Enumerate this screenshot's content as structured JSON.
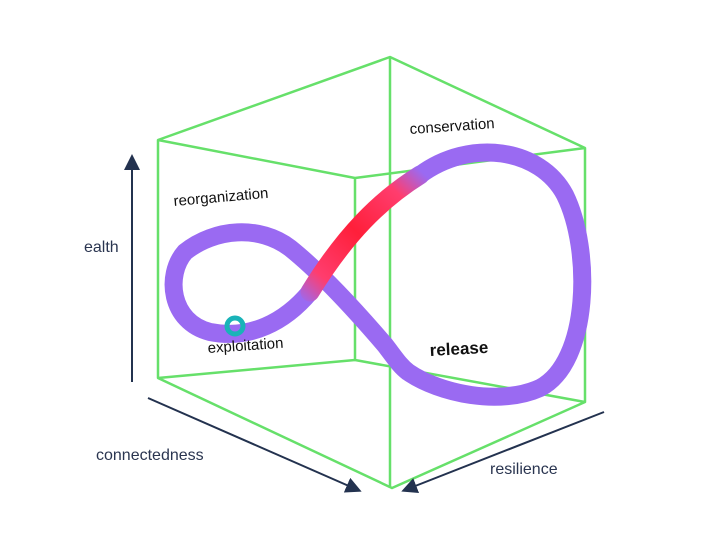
{
  "diagram": {
    "phase_labels": {
      "reorganization": "reorganization",
      "conservation": "conservation",
      "exploitation": "exploitation",
      "release": "release"
    },
    "axis_labels": {
      "vertical": "ealth",
      "left_bottom": "connectedness",
      "right_bottom": "resilience"
    },
    "colors": {
      "cube_edges": "#66e06a",
      "loop": "#9a6af2",
      "loop_highlight": "#ff1f3a",
      "marker": "#19b3b8",
      "axis_arrows": "#23324f"
    }
  }
}
